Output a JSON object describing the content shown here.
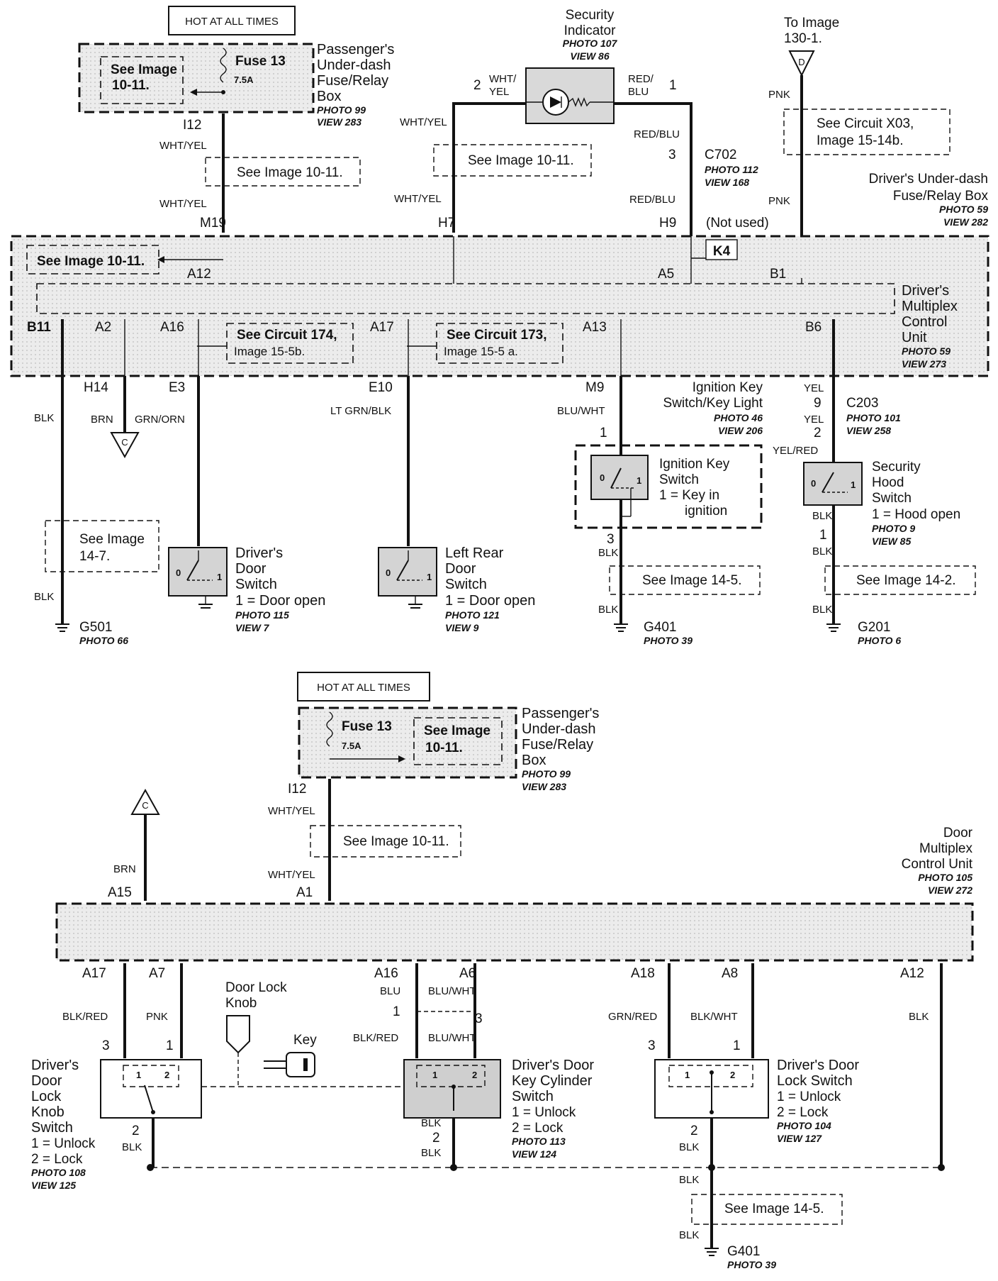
{
  "labels": {
    "hot1": "HOT AT ALL TIMES",
    "hot2": "HOT AT ALL TIMES",
    "fuse1": "Fuse 13",
    "fuse1_rating": "7.5A",
    "fuse2": "Fuse 13",
    "fuse2_rating": "7.5A",
    "see_img_1011_a": "See Image",
    "see_img_1011_a2": "10-11.",
    "see_img_1011_b": "See Image 10-11.",
    "see_img_1011_c": "See Image 10-11.",
    "see_img_1011_d": "See Image 10-11.",
    "see_img_1011_e": "See Image",
    "see_img_1011_e2": "10-11.",
    "see_img_1011_f": "See Image 10-11.",
    "pass_box_1": "Passenger's",
    "pass_box_2": "Under-dash",
    "pass_box_3": "Fuse/Relay",
    "pass_box_4": "Box",
    "pass_photo": "PHOTO 99",
    "pass_view": "VIEW 283",
    "pass2_box_1": "Passenger's",
    "pass2_box_2": "Under-dash",
    "pass2_box_3": "Fuse/Relay",
    "pass2_box_4": "Box",
    "pass2_photo": "PHOTO 99",
    "pass2_view": "VIEW 283",
    "sec_ind_1": "Security",
    "sec_ind_2": "Indicator",
    "sec_ind_photo": "PHOTO 107",
    "sec_ind_view": "VIEW 86",
    "to_image_1": "To Image",
    "to_image_2": "130-1.",
    "circ_x03_1": "See Circuit X03,",
    "circ_x03_2": "Image 15-14b.",
    "drv_fuse_1": "Driver's Under-dash",
    "drv_fuse_2": "Fuse/Relay Box",
    "drv_fuse_photo": "PHOTO 59",
    "drv_fuse_view": "VIEW 282",
    "c702": "C702",
    "c702_photo": "PHOTO 112",
    "c702_view": "VIEW 168",
    "not_used": "(Not used)",
    "k4": "K4",
    "dmcu_1": "Driver's",
    "dmcu_2": "Multiplex",
    "dmcu_3": "Control",
    "dmcu_4": "Unit",
    "dmcu_photo": "PHOTO 59",
    "dmcu_view": "VIEW 273",
    "circ174_1": "See Circuit 174,",
    "circ174_2": "Image 15-5b.",
    "circ173_1": "See Circuit 173,",
    "circ173_2": "Image 15-5 a.",
    "ign_key_1": "Ignition Key",
    "ign_key_2": "Switch/Key Light",
    "ign_photo": "PHOTO 46",
    "ign_view": "VIEW 206",
    "ign_sw_1": "Ignition Key",
    "ign_sw_2": "Switch",
    "ign_sw_3": "1 = Key in",
    "ign_sw_4": "ignition",
    "c203": "C203",
    "c203_photo": "PHOTO 101",
    "c203_view": "VIEW 258",
    "sec_hood_1": "Security",
    "sec_hood_2": "Hood",
    "sec_hood_3": "Switch",
    "sec_hood_4": "1 = Hood  open",
    "sec_hood_photo": "PHOTO 9",
    "sec_hood_view": "VIEW 85",
    "see_147_1": "See Image",
    "see_147_2": "14-7.",
    "see_145_a": "See Image 14-5.",
    "see_142": "See Image 14-2.",
    "see_145_b": "See Image 14-5.",
    "drv_door_1": "Driver's",
    "drv_door_2": "Door",
    "drv_door_3": "Switch",
    "drv_door_4": "1 = Door open",
    "drv_door_photo": "PHOTO 115",
    "drv_door_view": "VIEW 7",
    "lr_door_1": "Left Rear",
    "lr_door_2": "Door",
    "lr_door_3": "Switch",
    "lr_door_4": "1 = Door open",
    "lr_door_photo": "PHOTO 121",
    "lr_door_view": "VIEW 9",
    "g501": "G501",
    "g501_photo": "PHOTO 66",
    "g401a": "G401",
    "g401a_photo": "PHOTO 39",
    "g201": "G201",
    "g201_photo": "PHOTO 6",
    "g401b": "G401",
    "g401b_photo": "PHOTO 39",
    "door_mcu_1": "Door",
    "door_mcu_2": "Multiplex",
    "door_mcu_3": "Control Unit",
    "door_mcu_photo": "PHOTO 105",
    "door_mcu_view": "VIEW 272",
    "knob_1": "Door Lock",
    "knob_2": "Knob",
    "key": "Key",
    "dlk_1": "Driver's",
    "dlk_2": "Door",
    "dlk_3": "Lock",
    "dlk_4": "Knob",
    "dlk_5": "Switch",
    "dlk_6": "1 = Unlock",
    "dlk_7": "2 = Lock",
    "dlk_photo": "PHOTO 108",
    "dlk_view": "VIEW 125",
    "dkc_1": "Driver's Door",
    "dkc_2": "Key Cylinder",
    "dkc_3": "Switch",
    "dkc_4": "1 = Unlock",
    "dkc_5": "2 = Lock",
    "dkc_photo": "PHOTO 113",
    "dkc_view": "VIEW 124",
    "dls_1": "Driver's Door",
    "dls_2": "Lock Switch",
    "dls_3": "1 = Unlock",
    "dls_4": "2 = Lock",
    "dls_photo": "PHOTO 104",
    "dls_view": "VIEW 127",
    "conn_D": "D",
    "conn_C1": "C",
    "conn_C2": "C",
    "sw0": "0",
    "sw1": "1",
    "sw2": "2"
  },
  "pins": {
    "I12a": "I12",
    "M19": "M19",
    "A12a": "A12",
    "H7": "H7",
    "H9": "H9",
    "A5": "A5",
    "B1": "B1",
    "B11": "B11",
    "A2": "A2",
    "A16a": "A16",
    "A17a": "A17",
    "A13": "A13",
    "B6": "B6",
    "H14": "H14",
    "E3": "E3",
    "E10": "E10",
    "M9": "M9",
    "p2": "2",
    "p1": "1",
    "p3c702": "3",
    "p1ign": "1",
    "p3ign": "3",
    "p9": "9",
    "p2c203": "2",
    "p1hood": "1",
    "I12b": "I12",
    "A15": "A15",
    "A1": "A1",
    "A17b": "A17",
    "A7": "A7",
    "A16b": "A16",
    "A6": "A6",
    "A18": "A18",
    "A8": "A8",
    "A12b": "A12",
    "p3a": "3",
    "p1a": "1",
    "p2a": "2",
    "p1b": "1",
    "p3b": "3",
    "p2b": "2",
    "p3c": "3",
    "p1c": "1",
    "p2c": "2"
  },
  "wires": {
    "wht_yel_1": "WHT/YEL",
    "wht_yel_2": "WHT/YEL",
    "wht_yel_3": "WHT/",
    "wht_yel_3b": "YEL",
    "wht_yel_4": "WHT/YEL",
    "wht_yel_5": "WHT/YEL",
    "red_blu_1": "RED/",
    "red_blu_1b": "BLU",
    "red_blu_2": "RED/BLU",
    "red_blu_3": "RED/BLU",
    "pnk_1": "PNK",
    "pnk_2": "PNK",
    "blk_1": "BLK",
    "blk_2": "BLK",
    "brn_1": "BRN",
    "grn_orn": "GRN/ORN",
    "lt_grn_blk": "LT GRN/BLK",
    "blu_wht_1": "BLU/WHT",
    "blk_3": "BLK",
    "blk_4": "BLK",
    "yel_1": "YEL",
    "yel_2": "YEL",
    "yel_red": "YEL/RED",
    "blk_5": "BLK",
    "blk_6": "BLK",
    "blk_7": "BLK",
    "wht_yel_6": "WHT/YEL",
    "wht_yel_7": "WHT/YEL",
    "brn_2": "BRN",
    "blk_red_1": "BLK/RED",
    "pnk_3": "PNK",
    "blu": "BLU",
    "blu_wht_2": "BLU/WHT",
    "blk_red_2": "BLK/RED",
    "blu_wht_3": "BLU/WHT",
    "grn_red": "GRN/RED",
    "blk_wht": "BLK/WHT",
    "blk_8": "BLK",
    "blk_9": "BLK",
    "blk_10": "BLK",
    "blk_11": "BLK",
    "blk_12": "BLK",
    "blk_13": "BLK",
    "blk_14": "BLK",
    "blk_15": "BLK"
  }
}
